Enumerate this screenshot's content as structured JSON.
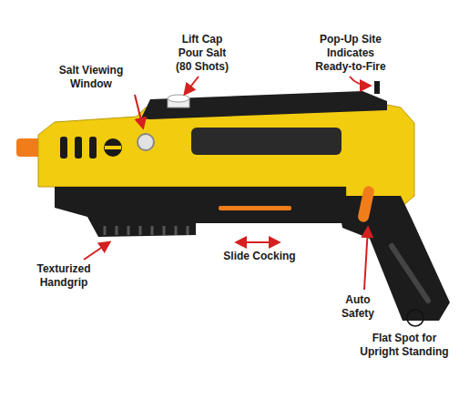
{
  "diagram": {
    "labels": [
      "Salt Viewing Window",
      "Lift Cap Pour Salt (80 Shots)",
      "Pop-Up Site Indicates Ready-to-Fire",
      "Texturized Handgrip",
      "Slide Cocking",
      "Auto Safety",
      "Flat Spot for Upright Standing"
    ]
  }
}
